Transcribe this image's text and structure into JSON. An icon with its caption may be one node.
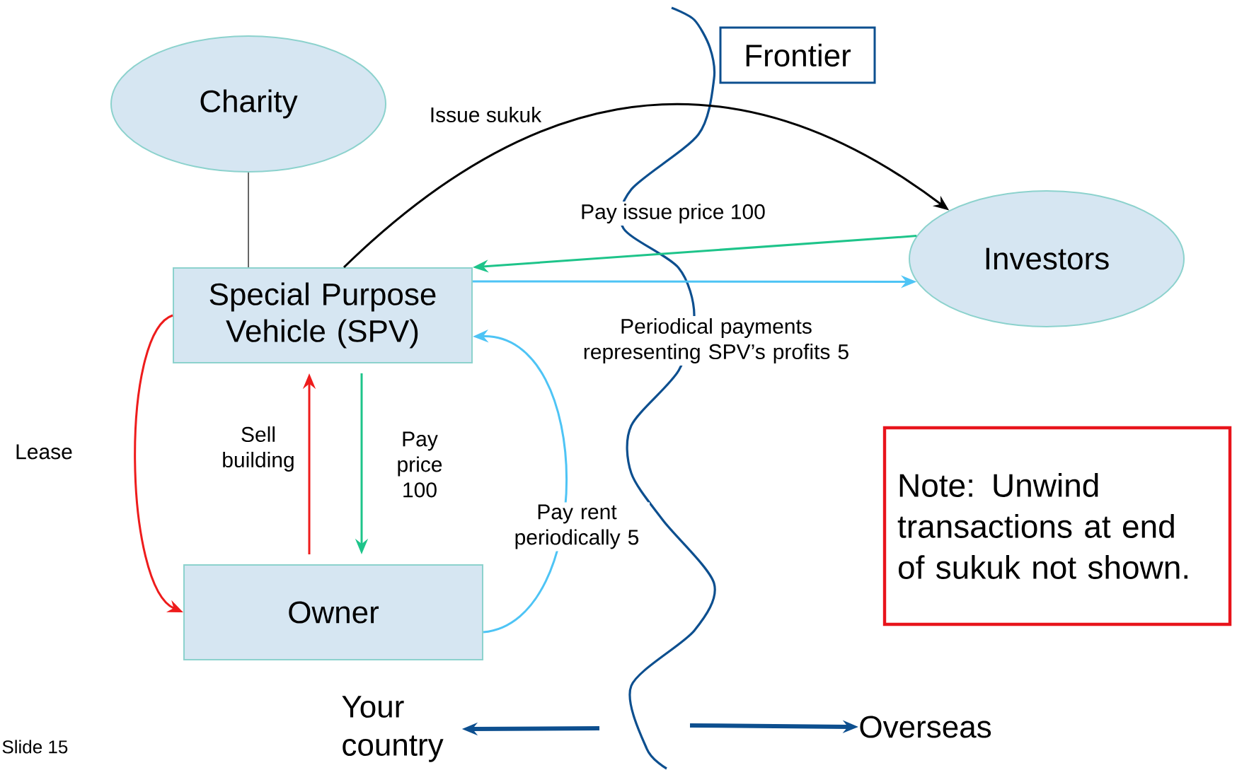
{
  "diagram": {
    "nodes": [
      {
        "text": [
          "Charity"
        ]
      },
      {
        "text": [
          "Special Purpose Vehicle (SPV)"
        ]
      },
      {
        "text": [
          "Investors"
        ]
      },
      {
        "text": [
          "Owner"
        ]
      },
      {
        "text": [
          "Frontier"
        ]
      },
      {
        "text": [
          "Note: Unwind transactions at end of sukuk not shown."
        ]
      },
      {
        "text": [
          "Your country"
        ]
      },
      {
        "text": [
          "Overseas"
        ]
      }
    ],
    "edges": [
      {
        "from": 0,
        "to": 1,
        "arrow": "none",
        "color": "#000000"
      },
      {
        "from": 1,
        "to": 2,
        "arrow": "to",
        "label": "Issue sukuk",
        "color": "#000000"
      },
      {
        "from": 2,
        "to": 1,
        "arrow": "to",
        "label": "Pay issue price 100",
        "color": "#1ec48a"
      },
      {
        "from": 1,
        "to": 2,
        "arrow": "to",
        "label": "Periodical payments representing SPV’s profits 5",
        "color": "#4ec4f5"
      },
      {
        "from": 1,
        "to": 3,
        "arrow": "to",
        "label": "Lease",
        "color": "#ee1c1c"
      },
      {
        "from": 3,
        "to": 1,
        "arrow": "to",
        "label": "Sell building",
        "color": "#ee1c1c"
      },
      {
        "from": 1,
        "to": 3,
        "arrow": "to",
        "label": "Pay price 100",
        "color": "#1ec48a"
      },
      {
        "from": 3,
        "to": 1,
        "arrow": "to",
        "label": "Pay rent periodically 5",
        "color": "#4ec4f5"
      },
      {
        "from": null,
        "to": 6,
        "arrow": "to",
        "style": "thick",
        "color": "#0d4f8f"
      },
      {
        "from": null,
        "to": 7,
        "arrow": "to",
        "style": "thick",
        "color": "#0d4f8f"
      }
    ],
    "labels": [
      "Slide 15"
    ]
  }
}
